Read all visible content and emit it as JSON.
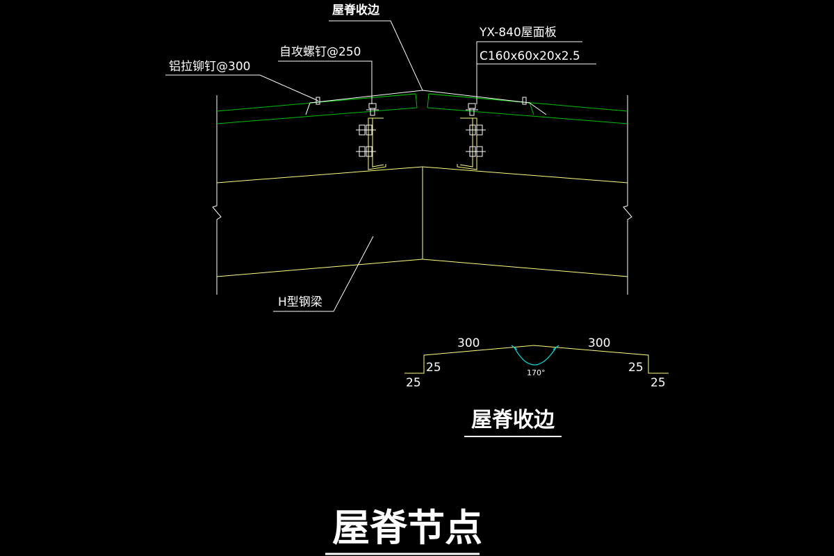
{
  "drawing": {
    "main_title": "屋脊节点",
    "detail_title": "屋脊收边"
  },
  "callouts": {
    "ridge_flashing": "屋脊收边",
    "roof_panel": "YX-840屋面板",
    "purlin": "C160x60x20x2.5",
    "self_tapping_screw": "自攻螺钉@250",
    "aluminum_rivet": "铝拉铆钉@300",
    "steel_beam": "H型钢梁"
  },
  "dimensions": {
    "left_slope": "300",
    "right_slope": "300",
    "left_inner_drop": "25",
    "left_outer_flange": "25",
    "right_inner_drop": "25",
    "right_outer_flange": "25",
    "ridge_angle": "170°"
  },
  "colors": {
    "background": "#000000",
    "panel_lines": "#00c000",
    "structure_lines": "#ffff80",
    "leader_lines": "#ffffff",
    "angle_arc": "#00e0e0",
    "text": "#ffffff"
  }
}
